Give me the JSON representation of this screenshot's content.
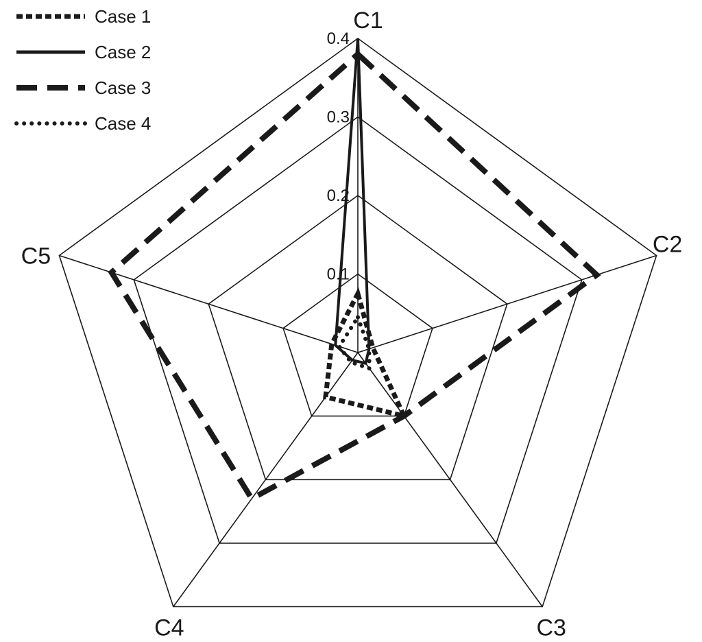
{
  "chart_data": {
    "type": "radar",
    "title": "",
    "axes": [
      "C1",
      "C2",
      "C3",
      "C4",
      "C5"
    ],
    "rlim": [
      0,
      0.4
    ],
    "rticks": [
      "0.1",
      "0.2",
      "0.3",
      "0.4"
    ],
    "grid": true,
    "legend_position": "top-left",
    "series": [
      {
        "name": "Case 1",
        "style": "short-dash",
        "values": [
          0.075,
          0.02,
          0.1,
          0.07,
          0.035
        ]
      },
      {
        "name": "Case 2",
        "style": "solid",
        "values": [
          0.4,
          0.015,
          0.017,
          0.012,
          0.03
        ]
      },
      {
        "name": "Case 3",
        "style": "long-dash",
        "values": [
          0.38,
          0.32,
          0.1,
          0.23,
          0.33
        ]
      },
      {
        "name": "Case 4",
        "style": "dotted",
        "values": [
          0.045,
          0.015,
          0.025,
          0.015,
          0.025
        ]
      }
    ],
    "colors": {
      "ink": "#1a1a1a",
      "grid": "#1a1a1a",
      "background": "#ffffff"
    }
  }
}
